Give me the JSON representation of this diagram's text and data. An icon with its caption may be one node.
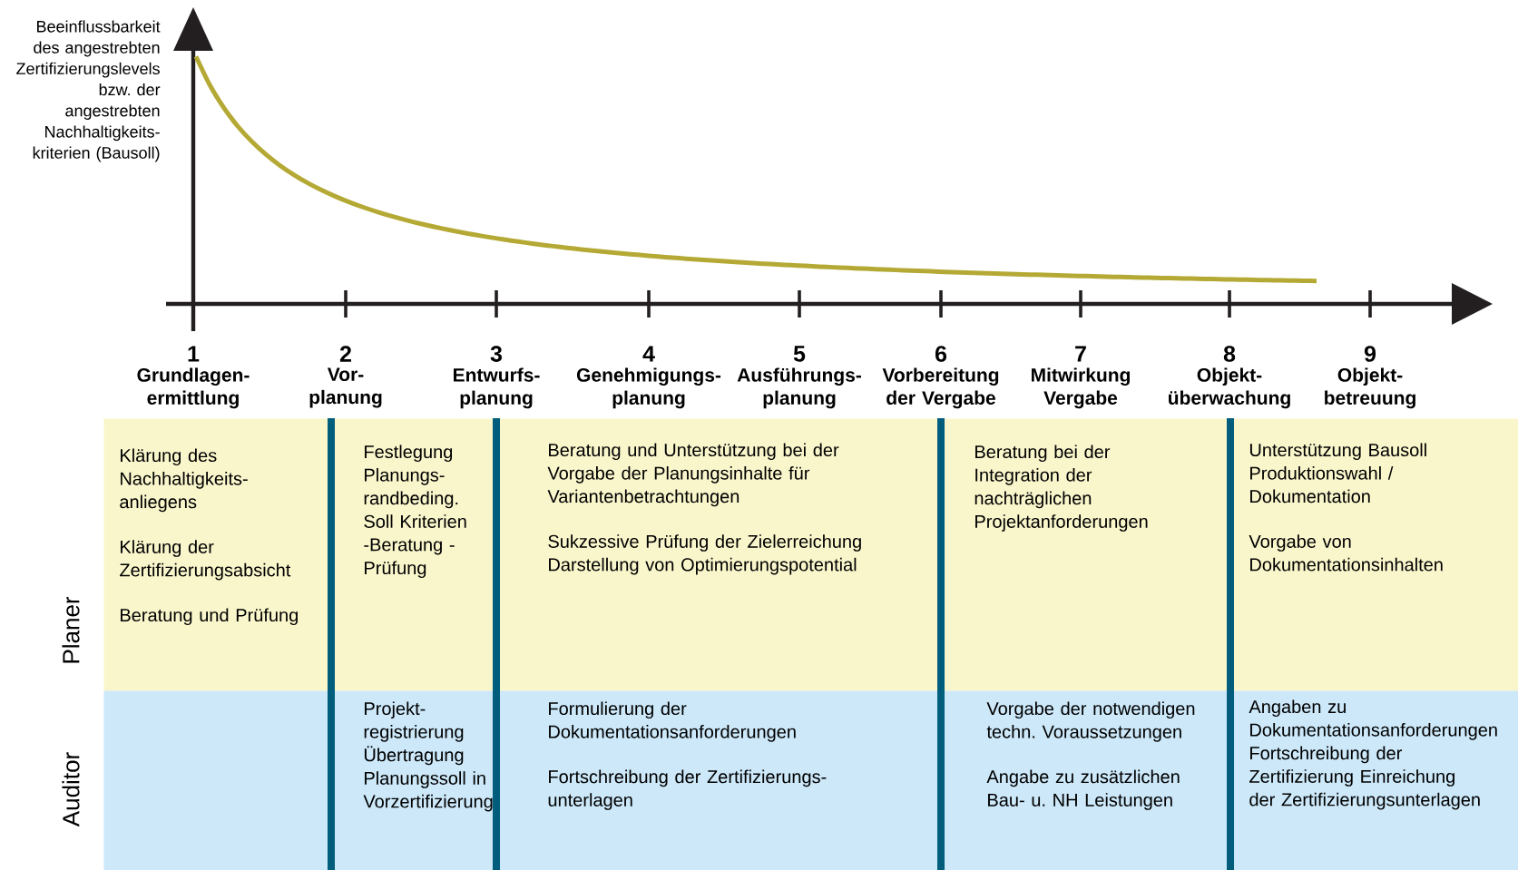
{
  "diagram": {
    "nodes": [
      {
        "text": [
          "Planer"
        ]
      },
      {
        "text": [
          "Klärung des Nachhaltigkeits- anliegens",
          "Klärung der Zertifizierungsabsicht",
          "Beratung und Prüfung"
        ],
        "in": 0
      },
      {
        "text": [
          "Festlegung Planungs- randbeding. Soll Kriterien -Beratung -Prüfung"
        ],
        "in": 0
      },
      {
        "text": [
          "Beratung und Unterstützung bei der Vorgabe der Planungsinhalte für Variantenbetrachtungen",
          "Sukzessive Prüfung der Zielerreichung Darstellung von Optimierungspotential"
        ],
        "in": 0
      },
      {
        "text": [
          "Beratung bei der Integration der nachträglichen Projektanforderungen"
        ],
        "in": 0
      },
      {
        "text": [
          "Unterstützung Bausoll Produktionswahl / Dokumentation",
          "Vorgabe von Dokumentationsinhalten"
        ],
        "in": 0
      },
      {
        "text": [
          "Auditor"
        ]
      },
      {
        "text": [
          "Projekt- registrierung Übertragung Planungssoll in Vorzertifizierung"
        ],
        "in": 6
      },
      {
        "text": [
          "Formulierung der Dokumentationsanforderungen",
          "Fortschreibung der Zertifizierungs- unterlagen"
        ],
        "in": 6
      },
      {
        "text": [
          "Vorgabe der notwendigen techn. Voraussetzungen",
          "Angabe zu zusätzlichen Bau- u. NH Leistungen"
        ],
        "in": 6
      },
      {
        "text": [
          "Angaben zu Dokumentationsanforderungen Fortschreibung der Zertifizierung Einreichung der Zertifizierungsunterlagen"
        ],
        "in": 6
      }
    ],
    "labels": [
      "Beeinflussbarkeit des angestrebten Zertifizierungslevels bzw. der angestrebten Nachhaltigkeits- kriterien (Bausoll)",
      "1",
      "Grundlagen- ermittlung",
      "2",
      "Vor- planung",
      "3",
      "Entwurfs- planung",
      "4",
      "Genehmigungs- planung",
      "5",
      "Ausführungs- planung",
      "6",
      "Vorbereitung der Vergabe",
      "7",
      "Mitwirkung Vergabe",
      "8",
      "Objekt- überwachung",
      "9",
      "Objekt- betreuung"
    ]
  }
}
